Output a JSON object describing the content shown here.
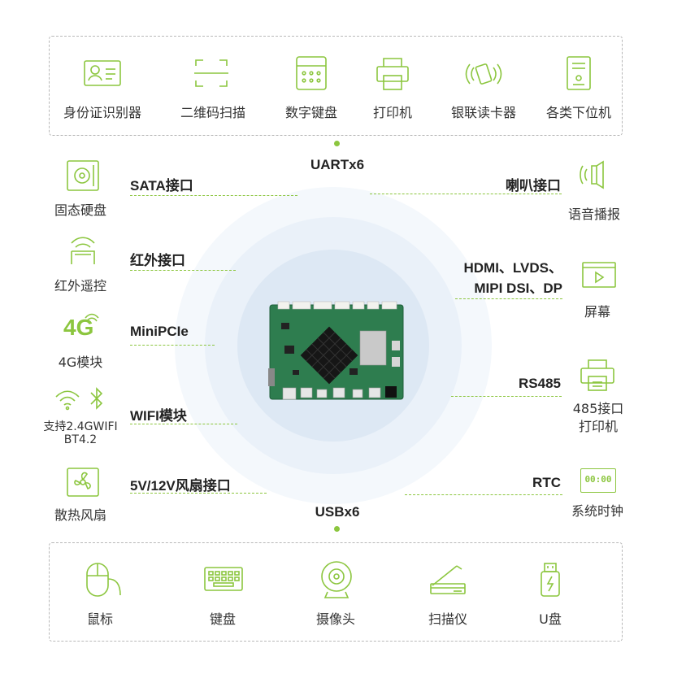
{
  "uart": {
    "label": "UARTx6",
    "items": [
      {
        "label": "身份证识别器",
        "icon": "id-card-icon"
      },
      {
        "label": "二维码扫描",
        "icon": "qr-scan-icon"
      },
      {
        "label": "数字键盘",
        "icon": "keypad-icon"
      },
      {
        "label": "打印机",
        "icon": "printer-icon"
      },
      {
        "label": "银联读卡器",
        "icon": "card-reader-icon"
      },
      {
        "label": "各类下位机",
        "icon": "device-icon"
      }
    ]
  },
  "left": [
    {
      "interface": "SATA接口",
      "label": "固态硬盘",
      "icon": "ssd-icon"
    },
    {
      "interface": "红外接口",
      "label": "红外遥控",
      "icon": "infrared-remote-icon"
    },
    {
      "interface": "MiniPCIe",
      "label": "4G模块",
      "icon": "4g-icon",
      "glyph": "4G"
    },
    {
      "interface": "WIFI模块",
      "label": "支持2.4GWIFI",
      "label2": "BT4.2",
      "icon": "wifi-bluetooth-icon"
    },
    {
      "interface": "5V/12V风扇接口",
      "label": "散热风扇",
      "icon": "fan-icon"
    }
  ],
  "right": [
    {
      "interface": "喇叭接口",
      "label": "语音播报",
      "icon": "speaker-icon"
    },
    {
      "interface": "HDMI、LVDS、",
      "interface2": "MIPI DSI、DP",
      "label": "屏幕",
      "icon": "screen-icon"
    },
    {
      "interface": "RS485",
      "label": "485接口",
      "label2": "打印机",
      "icon": "receipt-printer-icon"
    },
    {
      "interface": "RTC",
      "label": "系统时钟",
      "icon": "clock-icon",
      "glyph": "00:00"
    }
  ],
  "usb": {
    "label": "USBx6",
    "items": [
      {
        "label": "鼠标",
        "icon": "mouse-icon"
      },
      {
        "label": "键盘",
        "icon": "keyboard-icon"
      },
      {
        "label": "摄像头",
        "icon": "webcam-icon"
      },
      {
        "label": "扫描仪",
        "icon": "scanner-icon"
      },
      {
        "label": "U盘",
        "icon": "usb-drive-icon"
      }
    ]
  },
  "colors": {
    "accent": "#8cc63f",
    "board": "#2e7d4f",
    "chip": "#1a1a1a",
    "halo": "#eef4fb"
  }
}
